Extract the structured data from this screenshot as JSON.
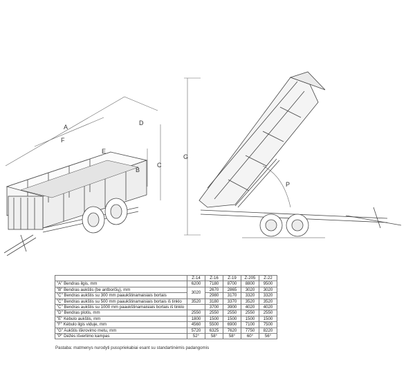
{
  "labels": {
    "A": "A",
    "B": "B",
    "C": "C",
    "D": "D",
    "E": "E",
    "F": "F",
    "G": "G",
    "P": "P"
  },
  "table": {
    "columns": [
      "Z-14",
      "Z-16",
      "Z-19",
      "Z-205",
      "Z-22"
    ],
    "rows": [
      {
        "label": "\"A\" Bendras ilgis, mm",
        "values": [
          "6200",
          "7180",
          "8700",
          "8800",
          "9500"
        ]
      },
      {
        "label": "\"B\" Bendras aukštis (be antborčių), mm",
        "values": [
          "3020",
          "2670",
          "2865",
          "3020",
          "3020"
        ]
      },
      {
        "label": "\"C\" Bendras aukštis su 300 mm paaukštinamaisiais bortais",
        "values": [
          "",
          "2980",
          "3170",
          "3320",
          "3320"
        ]
      },
      {
        "label": "\"C\" Bendras aukštis su 500 mm paaukštinamaisiais bortais iš tinklo",
        "values": [
          "3520",
          "3180",
          "3370",
          "3520",
          "3520"
        ]
      },
      {
        "label": "\"C\" Bendras aukštis su 1000 mm paaukštinamaisiais bortais iš tinklo",
        "values": [
          "",
          "3700",
          "3900",
          "4020",
          "4020"
        ]
      },
      {
        "label": "\"D\" Bendras plotis, mm",
        "values": [
          "2550",
          "2550",
          "2550",
          "2550",
          "2550"
        ]
      },
      {
        "label": "\"E\" Kėbulo aukštis, mm",
        "values": [
          "1800",
          "1500",
          "1500",
          "1500",
          "1500"
        ]
      },
      {
        "label": "\"F\" Kėbulo ilgis viduje, mm",
        "values": [
          "4560",
          "5500",
          "6900",
          "7100",
          "7500"
        ]
      },
      {
        "label": "\"G\" Aukštis iškrovimo metu, mm",
        "values": [
          "5720",
          "6325",
          "7620",
          "7750",
          "8220"
        ]
      },
      {
        "label": "\"P\" Dėžės išvertimo kampas",
        "values": [
          "52°",
          "58°",
          "58°",
          "60°",
          "56°"
        ]
      }
    ]
  },
  "note": "Pastaba: matmenys nurodyti pusspriekabiai esant su standartinėmis padangomis"
}
